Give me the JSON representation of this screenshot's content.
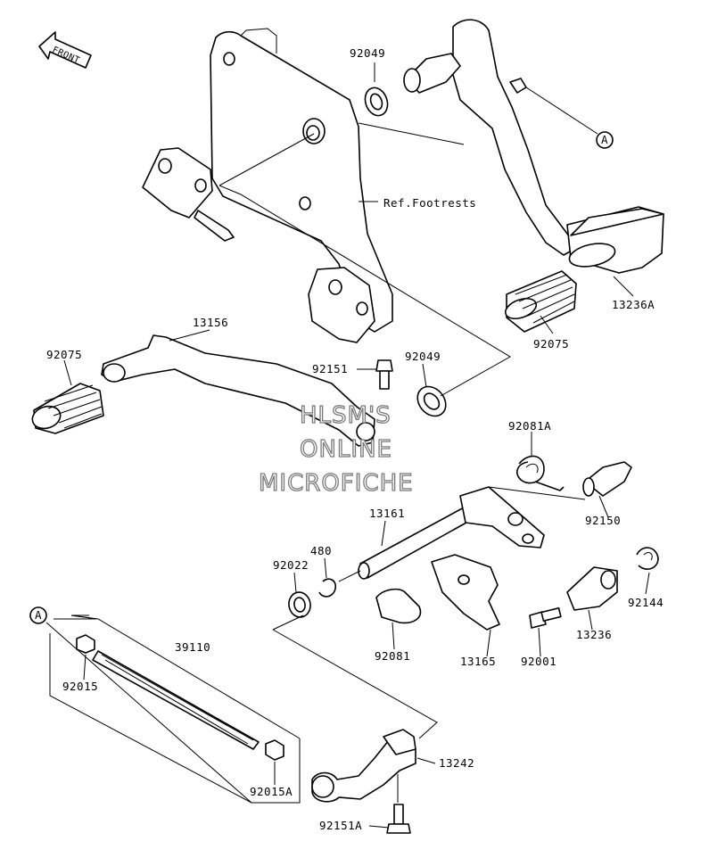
{
  "front_label": "FRONT",
  "reference_marker": "A",
  "parts": {
    "p92049_top": "92049",
    "ref_footrests": "Ref.Footrests",
    "p13236A": "13236A",
    "p92075_right": "92075",
    "p13156": "13156",
    "p92075_left": "92075",
    "p92151": "92151",
    "p92049_mid": "92049",
    "p92081A": "92081A",
    "p92150": "92150",
    "p13161": "13161",
    "p480": "480",
    "p92022": "92022",
    "p13165": "13165",
    "p92081": "92081",
    "p92144": "92144",
    "p13236": "13236",
    "p92001": "92001",
    "p39110": "39110",
    "p92015": "92015",
    "p92015A": "92015A",
    "p13242": "13242",
    "p92151A": "92151A"
  },
  "watermark": {
    "line1": "HLSM'S",
    "line2": "ONLINE",
    "line3": "MICROFICHE"
  }
}
